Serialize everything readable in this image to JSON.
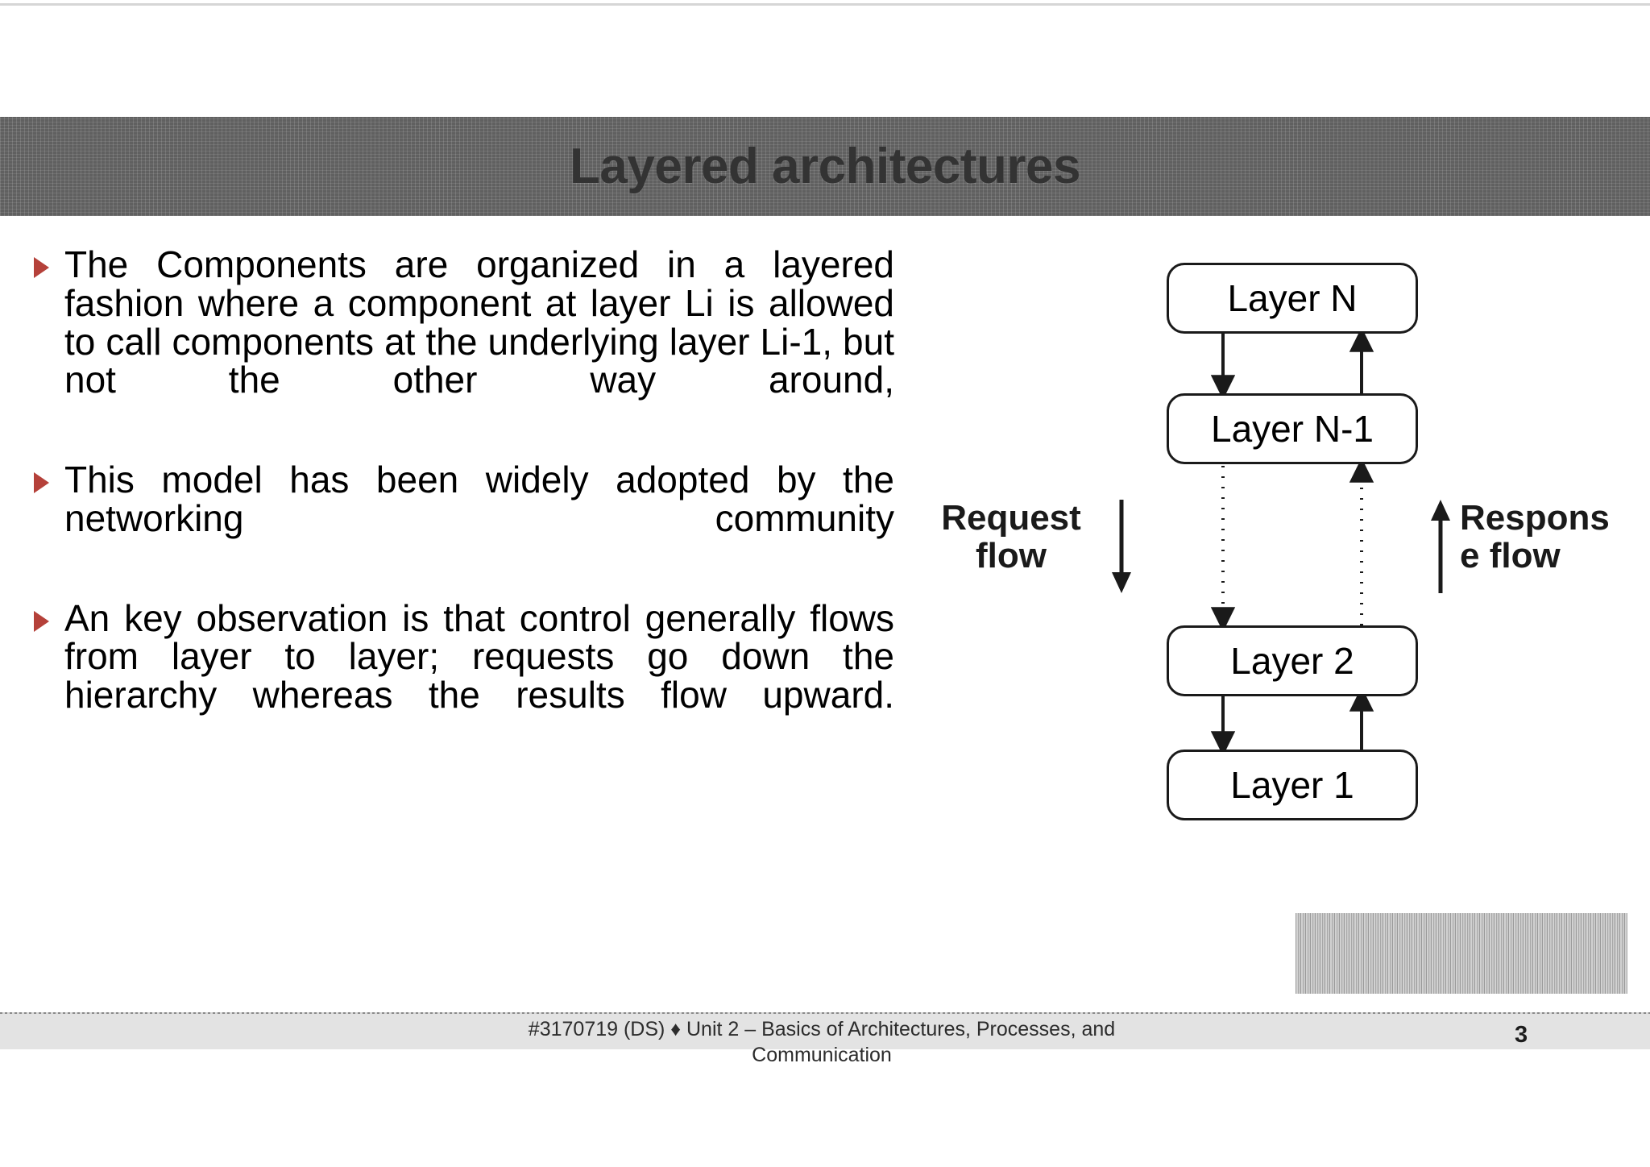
{
  "slide": {
    "title": "Layered architectures",
    "page_number": "3"
  },
  "body": {
    "bullets": [
      {
        "marker": "triangle-bullet",
        "text": "The Components are organized in a layered fashion where a component at layer Li is allowed to call components  at the underlying layer Li-1, but not the other way around,"
      },
      {
        "marker": "triangle-bullet",
        "text": "This model has been widely adopted by the networking community"
      },
      {
        "marker": "triangle-bullet",
        "text": "An key observation is that control generally flows from layer to  layer; requests go down the hierarchy whereas the results flow upward."
      }
    ]
  },
  "diagram": {
    "boxes": [
      {
        "id": "layer-n",
        "label": "Layer N"
      },
      {
        "id": "layer-n-1",
        "label": "Layer N-1"
      },
      {
        "id": "layer-2",
        "label": "Layer 2"
      },
      {
        "id": "layer-1",
        "label": "Layer 1"
      }
    ],
    "labels": {
      "request_flow_line1": "Request",
      "request_flow_line2": "flow",
      "response_flow_line1": "Respons",
      "response_flow_line2": "e flow"
    }
  },
  "footer": {
    "line1": "#3170719 (DS)   ♦   Unit 2 – Basics of Architectures, Processes, and",
    "line2": "Communication"
  },
  "colors": {
    "title_band": "#606060",
    "title_text": "#333333",
    "bullet_marker": "#b5413a",
    "footer_band": "#e3e3e3",
    "diagram_stroke": "#1a1a1a"
  }
}
